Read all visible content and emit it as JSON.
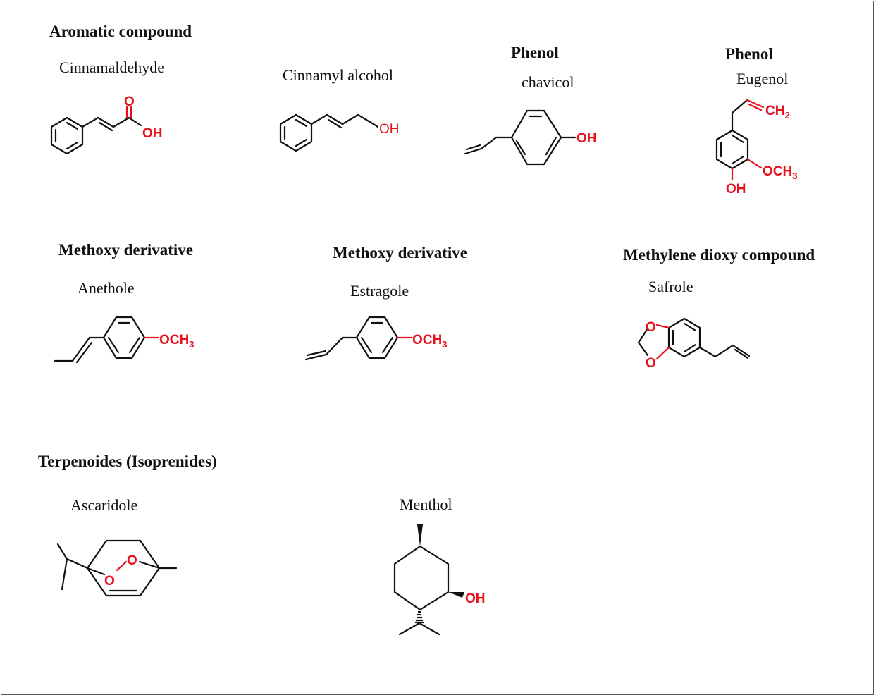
{
  "colors": {
    "heteroatom": "#e8101a",
    "bond": "#111111",
    "frame": "#555555"
  },
  "groups": {
    "aromatic": "Aromatic compound",
    "phenol1": "Phenol",
    "phenol2": "Phenol",
    "methoxy1": "Methoxy derivative",
    "methoxy2": "Methoxy derivative",
    "methylene": "Methylene dioxy compound",
    "terpenoids": "Terpenoides (Isoprenides)"
  },
  "compounds": {
    "cinnamaldehyde": {
      "name": "Cinnamaldehyde",
      "atoms": {
        "o": "O",
        "oh": "OH"
      }
    },
    "cinnamyl_alcohol": {
      "name": "Cinnamyl alcohol",
      "atoms": {
        "oh": "OH"
      }
    },
    "chavicol": {
      "name": "chavicol",
      "atoms": {
        "oh": "OH"
      }
    },
    "eugenol": {
      "name": "Eugenol",
      "atoms": {
        "ch2": "CH",
        "ch2_sub": "2",
        "och3": "OCH",
        "och3_sub": "3",
        "oh": "OH"
      }
    },
    "anethole": {
      "name": "Anethole",
      "atoms": {
        "och3": "OCH",
        "och3_sub": "3"
      }
    },
    "estragole": {
      "name": "Estragole",
      "atoms": {
        "och3": "OCH",
        "och3_sub": "3"
      }
    },
    "safrole": {
      "name": "Safrole",
      "atoms": {
        "o1": "O",
        "o2": "O"
      }
    },
    "ascaridole": {
      "name": "Ascaridole",
      "atoms": {
        "o1": "O",
        "o2": "O"
      }
    },
    "menthol": {
      "name": "Menthol",
      "atoms": {
        "oh": "OH"
      }
    }
  }
}
